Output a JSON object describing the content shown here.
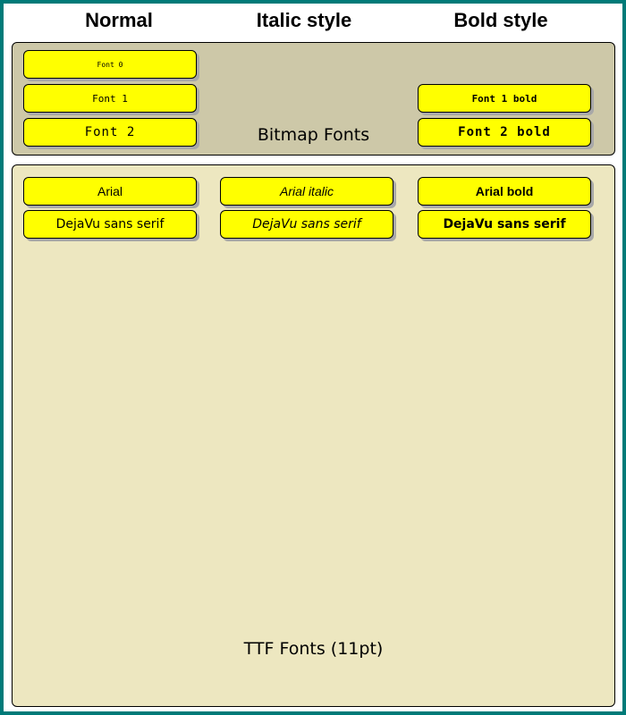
{
  "headers": {
    "normal": "Normal",
    "italic": "Italic style",
    "bold": "Bold style"
  },
  "bitmap_panel": {
    "label": "Bitmap Fonts",
    "normal": [
      "Font 0",
      "Font 1",
      "Font 2"
    ],
    "bold": [
      "Font 1 bold",
      "Font 2 bold"
    ]
  },
  "ttf_panel": {
    "label": "TTF Fonts (11pt)",
    "normal": [
      "Arial",
      "DejaVu sans serif"
    ],
    "italic": [
      "Arial italic",
      "DejaVu sans serif"
    ],
    "bold": [
      "Arial bold",
      "DejaVu sans serif"
    ]
  },
  "colors": {
    "frame": "#007a78",
    "bitmap_bg": "#cdc8a8",
    "ttf_bg": "#ede7c0",
    "button": "#ffff00"
  }
}
